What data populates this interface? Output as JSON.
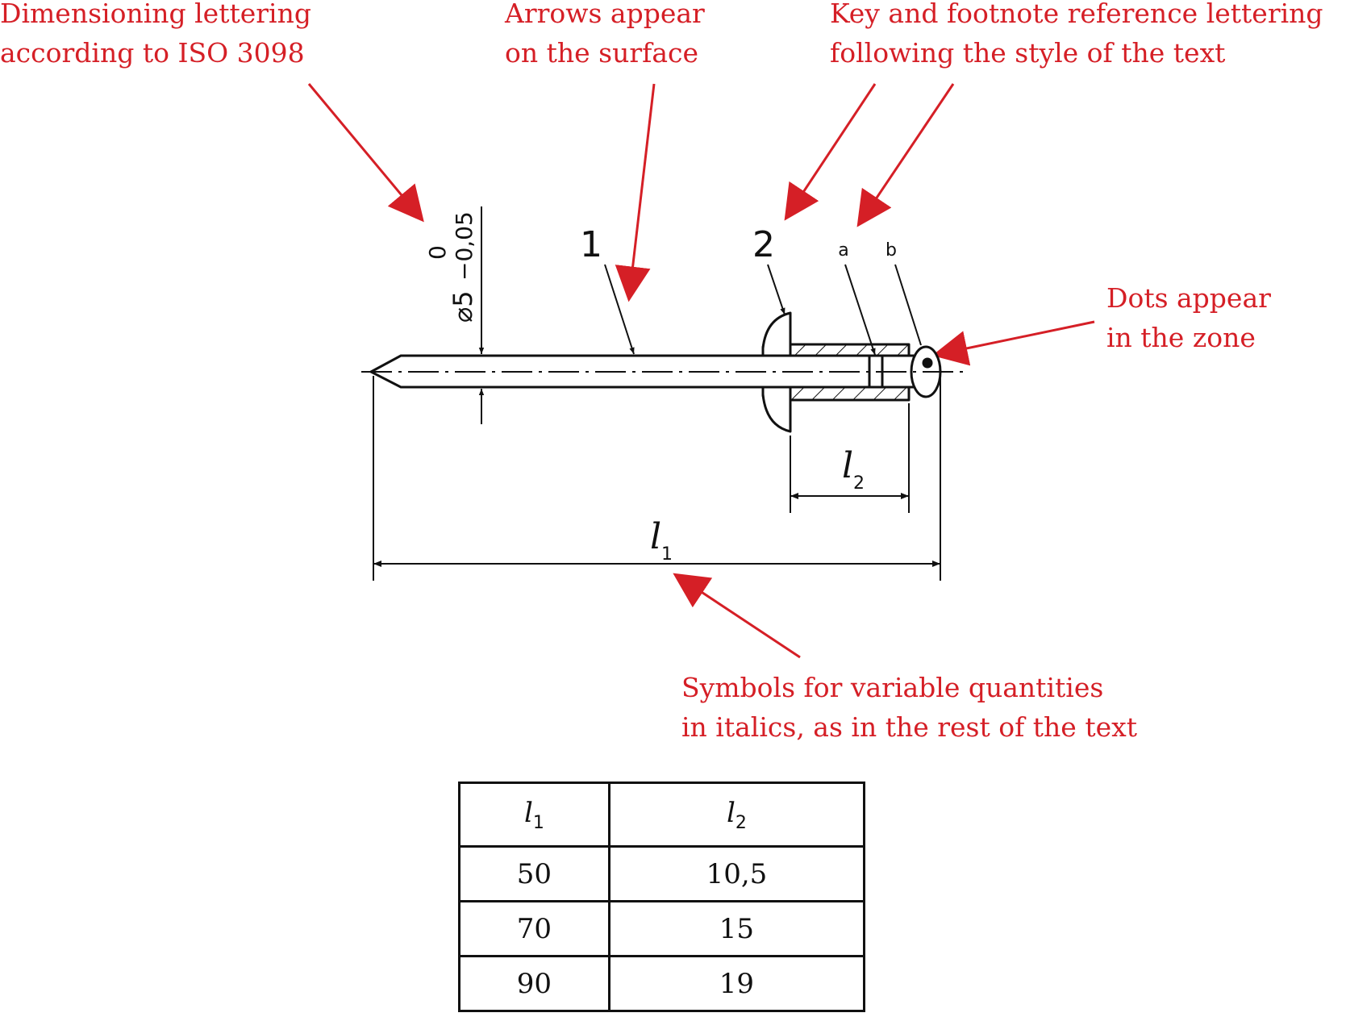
{
  "annotations": {
    "dimensioning": [
      "Dimensioning lettering",
      "according to ISO 3098"
    ],
    "arrows": [
      "Arrows appear",
      "on the surface"
    ],
    "key": [
      "Key and footnote reference lettering",
      "following the style of the text"
    ],
    "dots": [
      "Dots appear",
      "in the zone"
    ],
    "symbols": [
      "Symbols for variable quantities",
      "in italics, as in the rest of the text"
    ]
  },
  "drawing": {
    "diameter_label": "⌀5",
    "tolerance_upper": "0",
    "tolerance_lower": "−0,05",
    "key_1": "1",
    "key_2": "2",
    "footnote_a": "a",
    "footnote_b": "b",
    "l1_symbol": "l",
    "l1_sub": "1",
    "l2_symbol": "l",
    "l2_sub": "2"
  },
  "table": {
    "headers": [
      {
        "symbol": "l",
        "sub": "1"
      },
      {
        "symbol": "l",
        "sub": "2"
      }
    ],
    "rows": [
      [
        "50",
        "10,5"
      ],
      [
        "70",
        "15"
      ],
      [
        "90",
        "19"
      ]
    ]
  },
  "colors": {
    "annotation": "#d51f26",
    "drawing": "#111111"
  }
}
